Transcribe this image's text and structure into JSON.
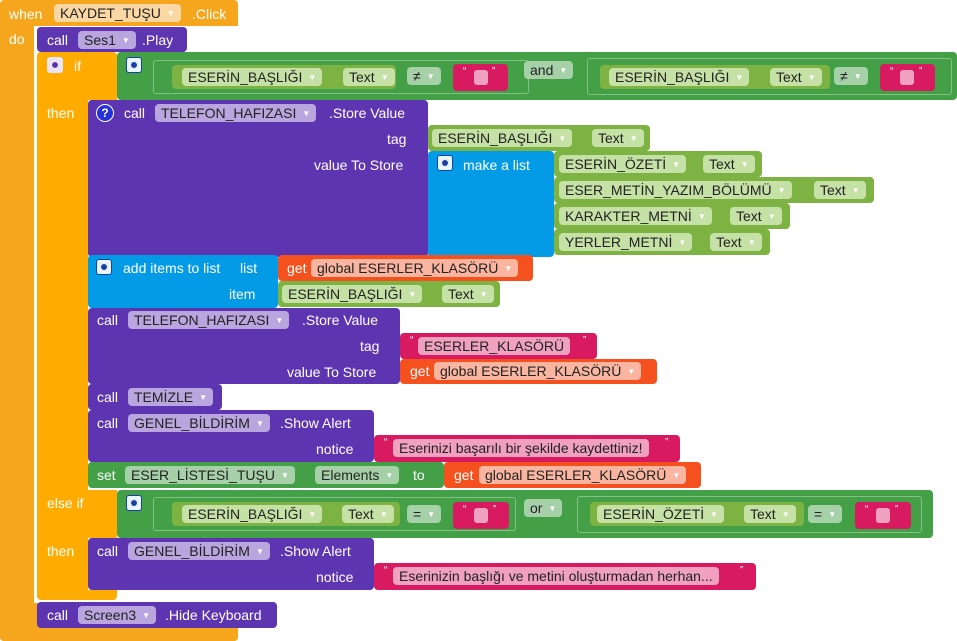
{
  "event": {
    "when": "when",
    "component": "KAYDET_TUŞU",
    "event": ".Click",
    "do": "do"
  },
  "play": {
    "call": "call",
    "component": "Ses1",
    "method": ".Play"
  },
  "if_block": {
    "if": "if",
    "then": "then",
    "else_if": "else if",
    "then2": "then",
    "cond1": {
      "left": {
        "component": "ESERİN_BAŞLIĞI",
        "prop": "Text",
        "op": "≠"
      },
      "logic": "and",
      "right": {
        "component": "ESERİN_BAŞLIĞI",
        "prop": "Text",
        "op": "≠"
      }
    },
    "cond2": {
      "left": {
        "component": "ESERİN_BAŞLIĞI",
        "prop": "Text",
        "op": "="
      },
      "logic": "or",
      "right": {
        "component": "ESERİN_ÖZETİ",
        "prop": "Text",
        "op": "="
      }
    }
  },
  "store1": {
    "call": "call",
    "component": "TELEFON_HAFIZASI",
    "method": ".Store Value",
    "tag_label": "tag",
    "value_label": "value To Store",
    "tag": {
      "component": "ESERİN_BAŞLIĞI",
      "prop": "Text"
    },
    "make_list": "make a list",
    "items": [
      {
        "component": "ESERİN_ÖZETİ",
        "prop": "Text"
      },
      {
        "component": "ESER_METİN_YAZIM_BÖLÜMÜ",
        "prop": "Text"
      },
      {
        "component": "KARAKTER_METNİ",
        "prop": "Text"
      },
      {
        "component": "YERLER_METNİ",
        "prop": "Text"
      }
    ]
  },
  "add_items": {
    "label": "add items to list",
    "list_label": "list",
    "item_label": "item",
    "get": "get",
    "variable": "global ESERLER_KLASÖRÜ",
    "item": {
      "component": "ESERİN_BAŞLIĞI",
      "prop": "Text"
    }
  },
  "store2": {
    "call": "call",
    "component": "TELEFON_HAFIZASI",
    "method": ".Store Value",
    "tag_label": "tag",
    "value_label": "value To Store",
    "tag_text": "ESERLER_KLASÖRÜ",
    "get": "get",
    "variable": "global ESERLER_KLASÖRÜ"
  },
  "temizle": {
    "call": "call",
    "procedure": "TEMİZLE"
  },
  "alert1": {
    "call": "call",
    "component": "GENEL_BİLDİRİM",
    "method": ".Show Alert",
    "notice_label": "notice",
    "notice": "Eserinizi başarılı bir şekilde kaydettiniz!"
  },
  "set_elements": {
    "set": "set",
    "component": "ESER_LİSTESİ_TUŞU",
    "prop": "Elements",
    "to": "to",
    "get": "get",
    "variable": "global ESERLER_KLASÖRÜ"
  },
  "alert2": {
    "call": "call",
    "component": "GENEL_BİLDİRİM",
    "method": ".Show Alert",
    "notice_label": "notice",
    "notice": "Eserinizin başlığı ve metini oluşturmadan herhan..."
  },
  "hide_kb": {
    "call": "call",
    "component": "Screen3",
    "method": ".Hide Keyboard"
  },
  "colors": {
    "event": "#f6a61c",
    "control": "#ffab00",
    "component": "#5e35b1",
    "logic": "#43a047",
    "property": "#7cb342",
    "list": "#039be5",
    "variable": "#f4511e",
    "text": "#d81b60"
  }
}
